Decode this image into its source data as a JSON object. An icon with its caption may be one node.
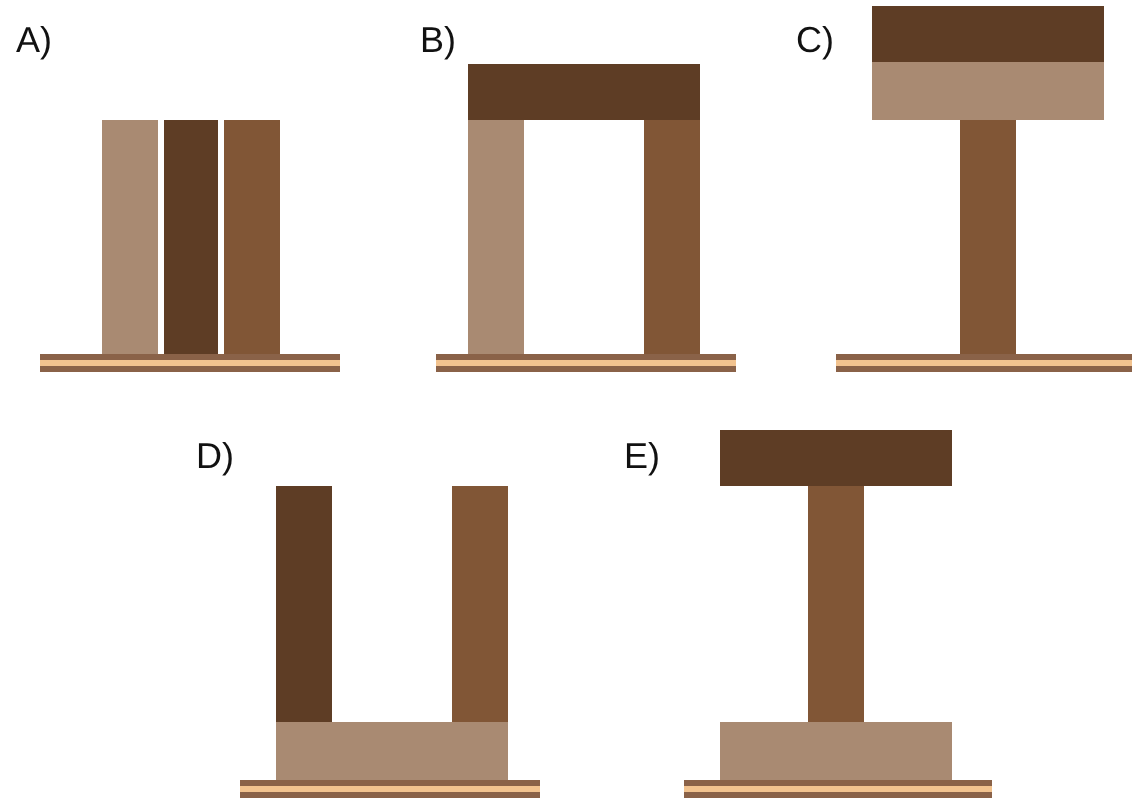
{
  "diagram": {
    "labels": [
      "A)",
      "B)",
      "C)",
      "D)",
      "E)"
    ]
  }
}
